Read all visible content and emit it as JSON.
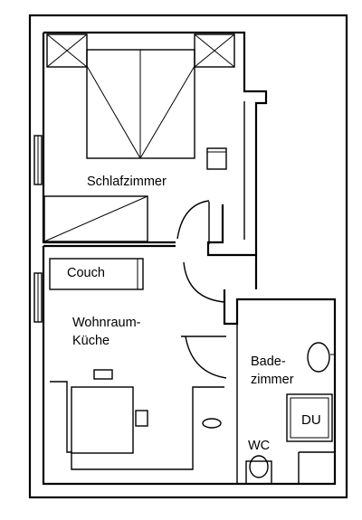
{
  "rooms": {
    "bedroom": "Schlafzimmer",
    "living_line1": "Wohnraum-",
    "living_line2": "Küche",
    "bath_line1": "Bade-",
    "bath_line2": "zimmer",
    "toilet": "WC"
  },
  "fixtures": {
    "couch": "Couch",
    "shower": "DU"
  }
}
